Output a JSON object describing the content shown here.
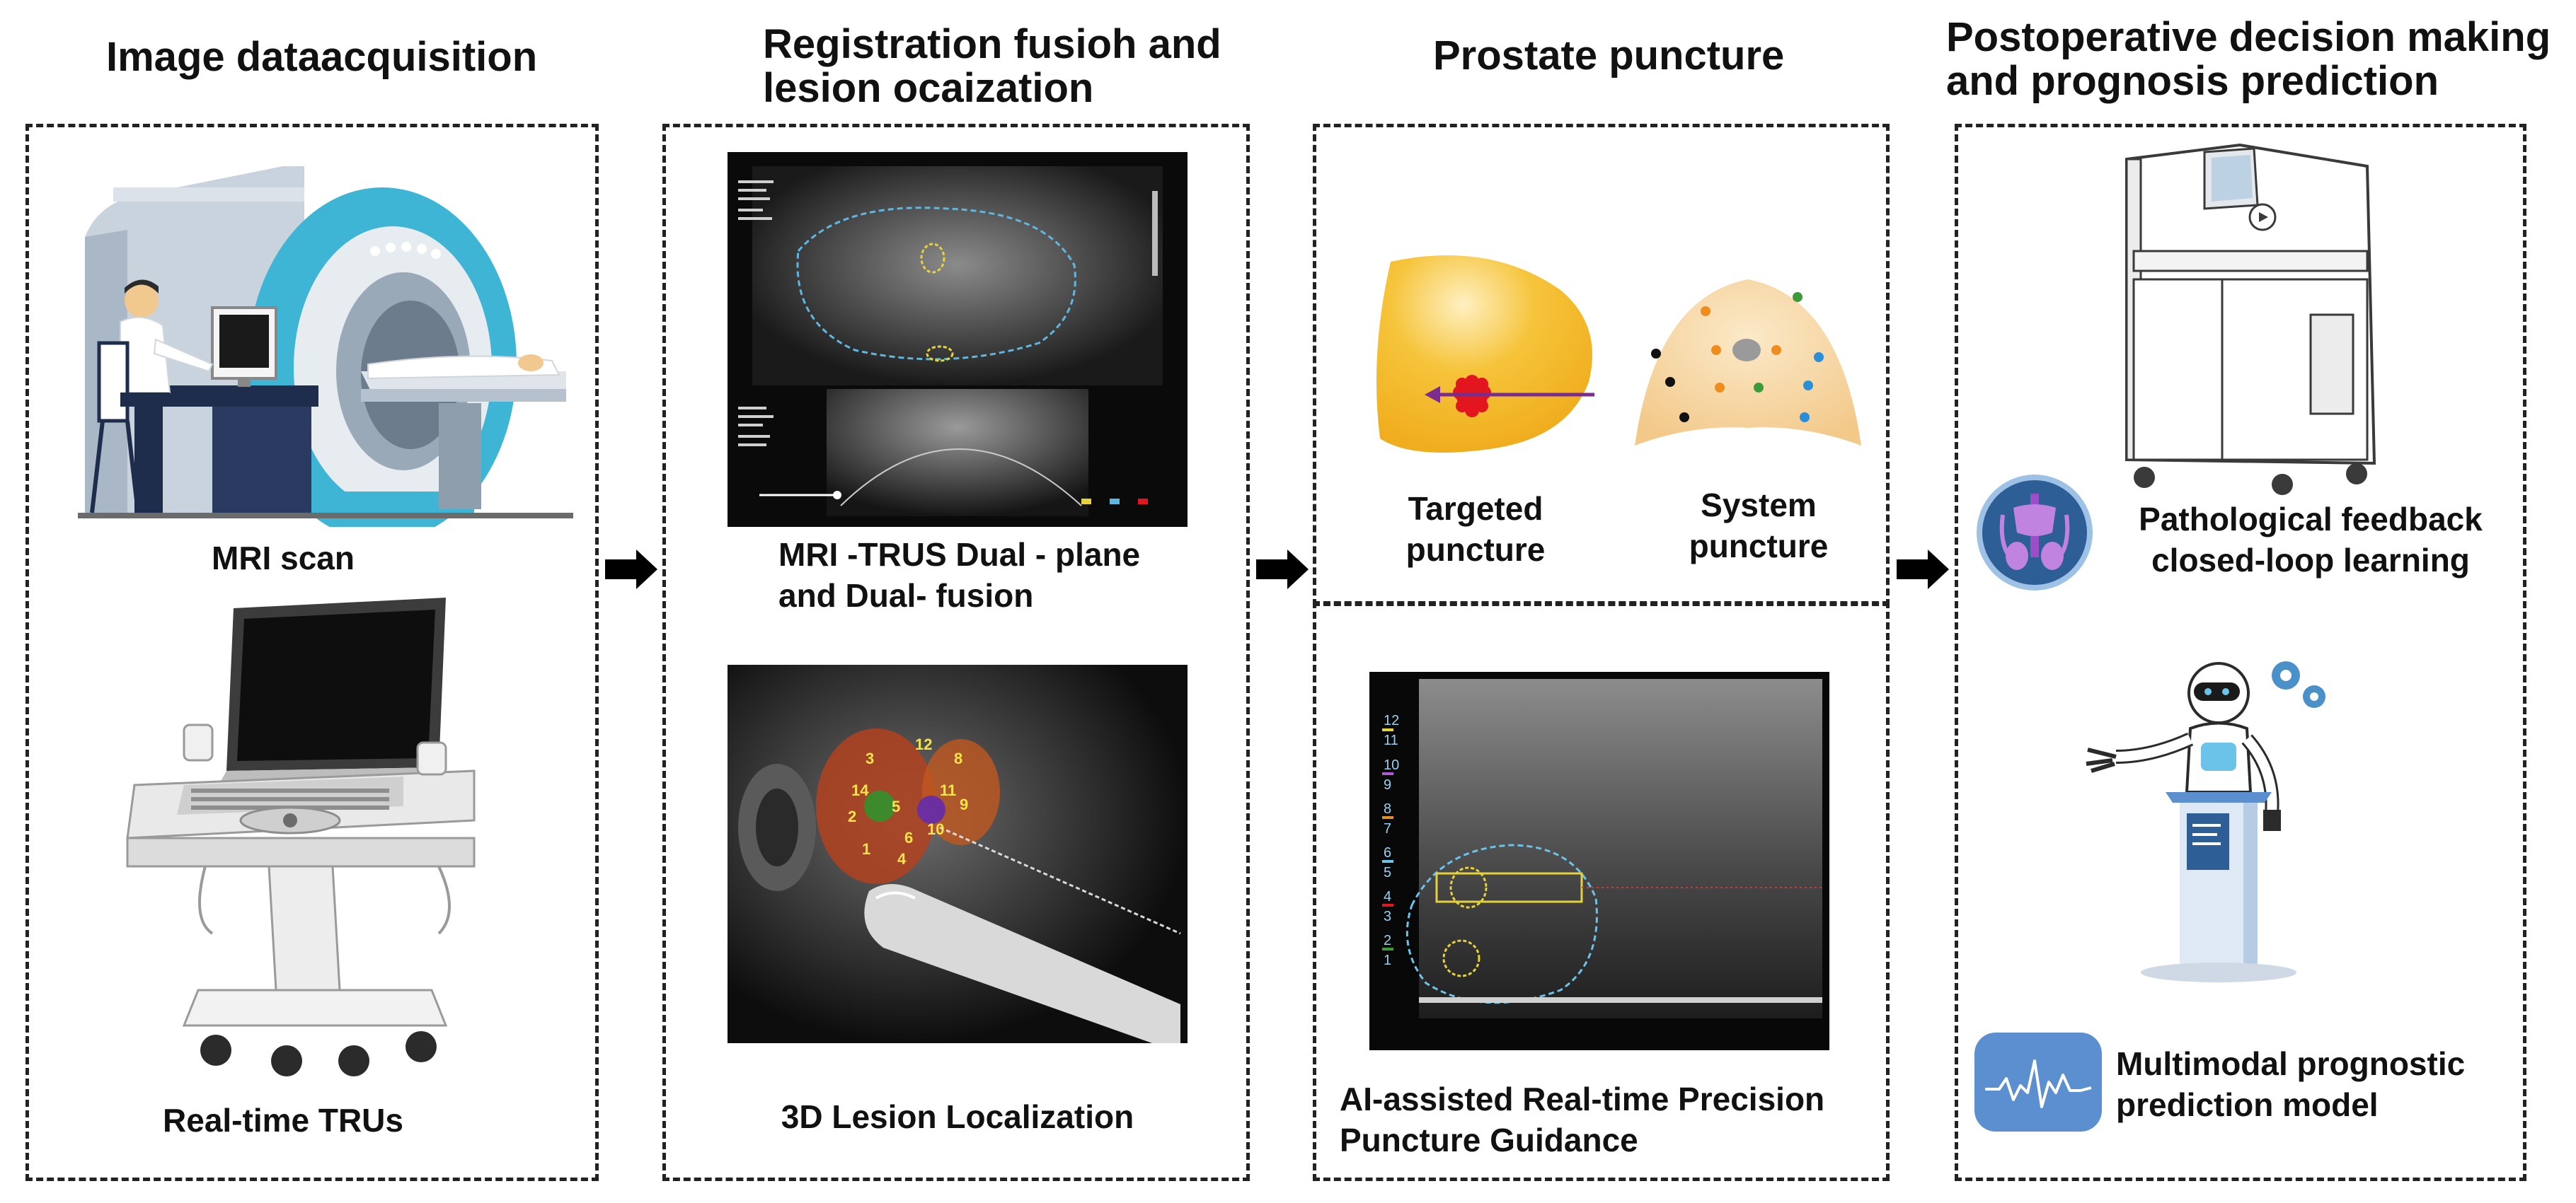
{
  "columns": [
    {
      "title": "Image dataacquisition"
    },
    {
      "title_line1": "Registration fusioh and",
      "title_line2": "lesion ocaization"
    },
    {
      "title": "Prostate puncture"
    },
    {
      "title_line1": "Postoperative decision making",
      "title_line2": "and prognosis prediction"
    }
  ],
  "acquisition": {
    "mri_label": "MRI scan",
    "trus_label": "Real-time TRUs"
  },
  "registration": {
    "fusion_line1": "MRI -TRUS Dual - plane",
    "fusion_line2": "and Dual- fusion",
    "localization_label": "3D Lesion Localization",
    "lesion_numbers": [
      "14",
      "5",
      "11",
      "9",
      "10",
      "6",
      "4",
      "1",
      "2",
      "3",
      "12",
      "8"
    ]
  },
  "puncture": {
    "targeted_line1": "Targeted",
    "targeted_line2": "puncture",
    "system_line1": "System",
    "system_line2": "puncture",
    "guidance_line1": "AI-assisted Real-time Precision",
    "guidance_line2": "Puncture Guidance",
    "scale_numbers": [
      "12",
      "11",
      "10",
      "9",
      "8",
      "7",
      "6",
      "5",
      "4",
      "3",
      "2",
      "1"
    ]
  },
  "postop": {
    "feedback_line1": "Pathological feedback",
    "feedback_line2": "closed-loop learning",
    "model_line1": "Multimodal prognostic",
    "model_line2": "prediction model"
  },
  "colors": {
    "border": "#222222",
    "mri_ring": "#3fb5d6",
    "prostate_orange": "#f3b324",
    "prostate_beige": "#f6d9a8",
    "lesion_red": "#e3151f",
    "needle_purple": "#7b2c8f",
    "icon_blue": "#2e5e96",
    "icon_light_blue": "#5b8fd0"
  }
}
